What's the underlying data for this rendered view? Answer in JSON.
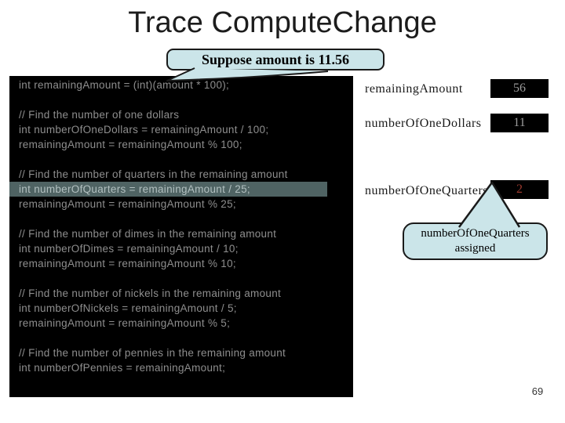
{
  "slide": {
    "title": "Trace ComputeChange",
    "page_number": "69"
  },
  "callout_amount": {
    "text": "Suppose amount is 11.56"
  },
  "code_panel": {
    "lines": [
      {
        "text": "int remainingAmount = (int)(amount * 100);",
        "style": "normal"
      },
      {
        "text": "",
        "style": "blank"
      },
      {
        "text": "// Find the number of one dollars",
        "style": "normal"
      },
      {
        "text": "int numberOfOneDollars = remainingAmount / 100;",
        "style": "normal"
      },
      {
        "text": "remainingAmount = remainingAmount % 100;",
        "style": "normal"
      },
      {
        "text": "",
        "style": "blank"
      },
      {
        "text": "// Find the number of quarters in the remaining amount",
        "style": "normal"
      },
      {
        "text": "int numberOfQuarters = remainingAmount / 25;",
        "style": "highlight"
      },
      {
        "text": "remainingAmount = remainingAmount % 25;",
        "style": "normal"
      },
      {
        "text": "",
        "style": "blank"
      },
      {
        "text": "// Find the number of dimes in the remaining amount",
        "style": "normal"
      },
      {
        "text": "int numberOfDimes = remainingAmount / 10;",
        "style": "normal"
      },
      {
        "text": "remainingAmount = remainingAmount % 10;",
        "style": "normal"
      },
      {
        "text": "",
        "style": "blank"
      },
      {
        "text": "// Find the number of nickels in the remaining amount",
        "style": "normal"
      },
      {
        "text": "int numberOfNickels = remainingAmount / 5;",
        "style": "normal"
      },
      {
        "text": "remainingAmount = remainingAmount % 5;",
        "style": "normal"
      },
      {
        "text": "",
        "style": "blank"
      },
      {
        "text": "// Find the number of pennies in the remaining amount",
        "style": "normal"
      },
      {
        "text": "int numberOfPennies = remainingAmount;",
        "style": "normal"
      }
    ]
  },
  "trace": {
    "rows": [
      {
        "label": "remainingAmount",
        "value": "56",
        "value_color": "gray"
      },
      {
        "label": "numberOfOneDollars",
        "value": "11",
        "value_color": "gray"
      },
      {
        "label": "numberOfOneQuarters",
        "value": "2",
        "value_color": "red"
      }
    ]
  },
  "callout_assigned": {
    "line1": "numberOfOneQuarters",
    "line2": "assigned"
  },
  "colors": {
    "bubble_fill": "#cbe5e9",
    "bubble_border": "#1a1a1a",
    "panel_bg": "#000000",
    "code_text": "#8e8e8e",
    "highlight_bg": "#4f6363",
    "highlight_text": "#b2c0c0",
    "value_gray": "#9c9c9c",
    "value_red": "#9c3a2e"
  }
}
